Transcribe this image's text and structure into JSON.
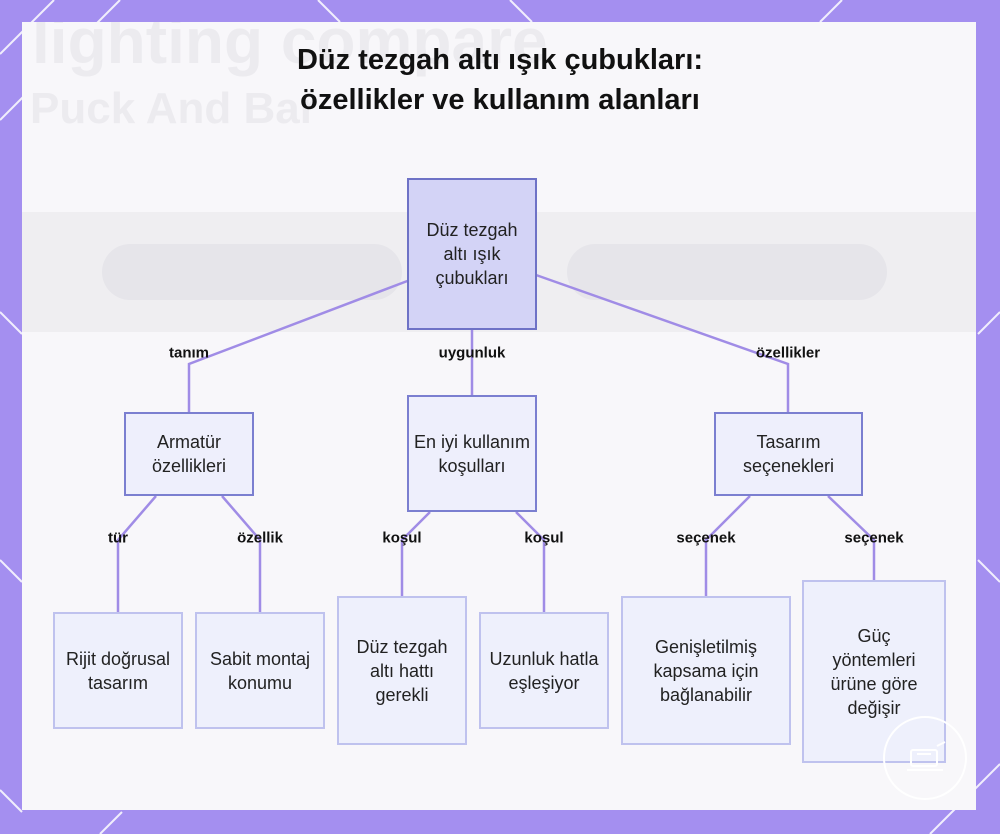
{
  "title": {
    "line1": "Düz tezgah altı ışık çubukları:",
    "line2": "özellikler ve kullanım alanları"
  },
  "colors": {
    "frame": "#a48ff0",
    "card": "#f8f7fa",
    "edge": "#a08ce6",
    "root_fill": "#d3d3f6",
    "root_border": "#6e72c6",
    "node_fill": "#eef0fc",
    "node_border": "#7b7fd0",
    "leaf_border": "#bfc2ee"
  },
  "nodes": {
    "root": "Düz tezgah altı ışık çubukları",
    "armatur": "Armatür özellikleri",
    "kosullar": "En iyi kullanım koşulları",
    "tasarim": "Tasarım seçenekleri",
    "rijit": "Rijit doğrusal tasarım",
    "sabit": "Sabit montaj konumu",
    "duz": "Düz tezgah altı hattı gerekli",
    "uzunluk": "Uzunluk hatla eşleşiyor",
    "genis": "Genişletilmiş kapsama için bağlanabilir",
    "guc": "Güç yöntemleri ürüne göre değişir"
  },
  "edge_labels": {
    "tanim": "tanım",
    "uygunluk": "uygunluk",
    "ozellikler": "özellikler",
    "tur": "tür",
    "ozellik": "özellik",
    "kosul1": "koşul",
    "kosul2": "koşul",
    "secenek1": "seçenek",
    "secenek2": "seçenek"
  },
  "icons": {
    "badge": "light-bar-logo-icon"
  }
}
